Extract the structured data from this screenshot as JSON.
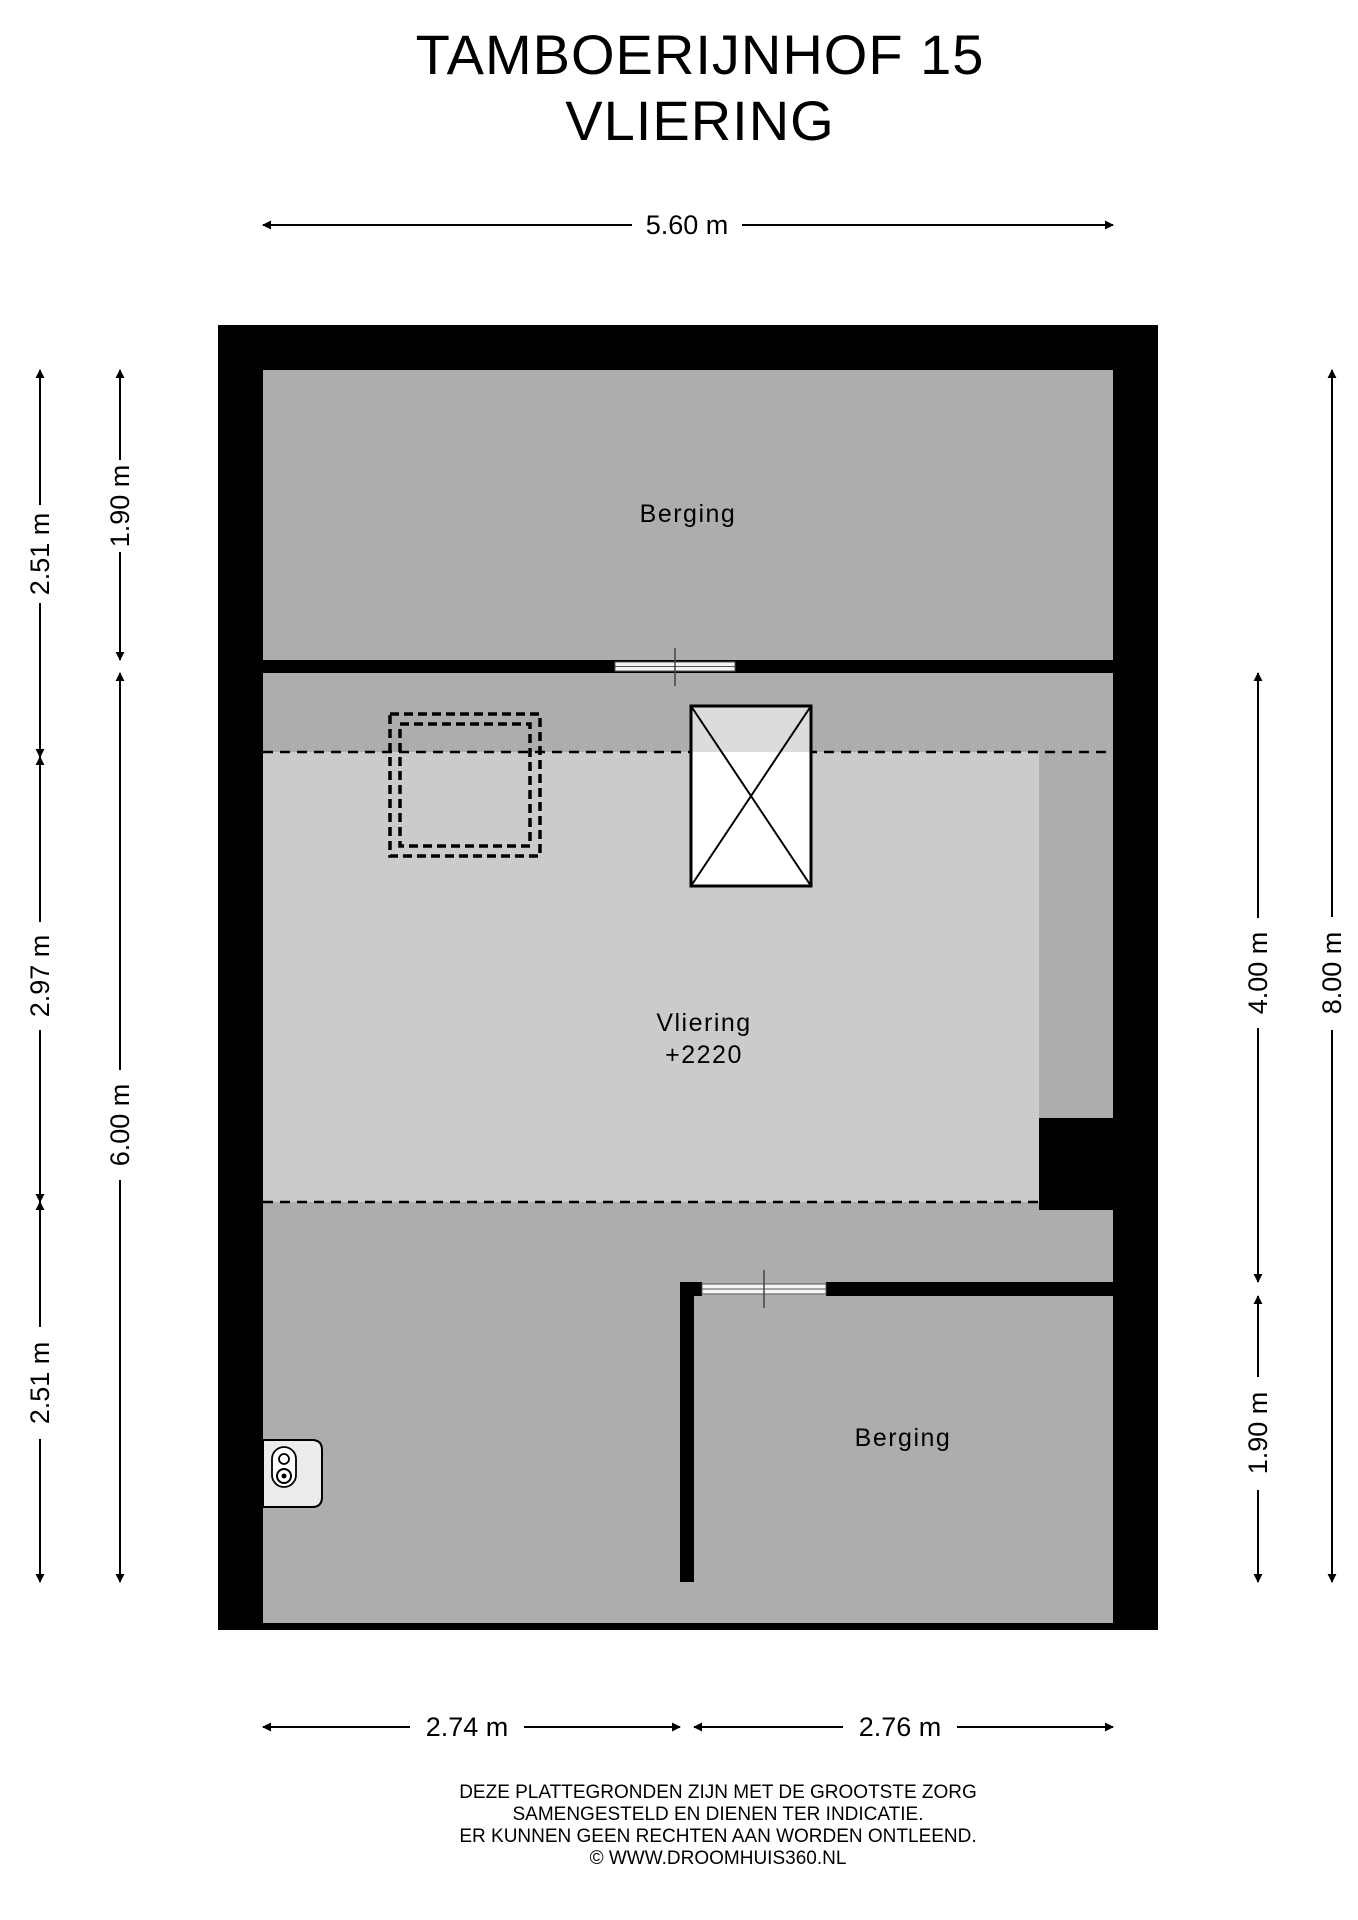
{
  "header": {
    "title_line1": "TAMBOERIJNHOF 15",
    "title_line2": "VLIERING"
  },
  "rooms": {
    "berging_top": "Berging",
    "vliering_name": "Vliering",
    "vliering_height": "+2220",
    "berging_bottom": "Berging"
  },
  "dimensions": {
    "top_width": "5.60 m",
    "bottom_left": "2.74 m",
    "bottom_right": "2.76 m",
    "left_outer_top": "2.51 m",
    "left_outer_middle": "2.97 m",
    "left_outer_bottom": "2.51 m",
    "left_inner_top": "1.90 m",
    "left_inner_bottom": "6.00 m",
    "right_inner_top": "4.00 m",
    "right_inner_bottom": "1.90 m",
    "right_outer": "8.00 m"
  },
  "disclaimer": {
    "line1": "DEZE PLATTEGRONDEN ZIJN MET DE GROOTSTE ZORG",
    "line2": "SAMENGESTELD EN DIENEN TER INDICATIE.",
    "line3": "ER KUNNEN GEEN RECHTEN AAN WORDEN ONTLEEND.",
    "line4": "© WWW.DROOMHUIS360.NL"
  },
  "colors": {
    "wall": "#000000",
    "storage_floor": "#adadad",
    "attic_floor": "#cbcbcb",
    "hatch_fill": "#ffffff"
  }
}
